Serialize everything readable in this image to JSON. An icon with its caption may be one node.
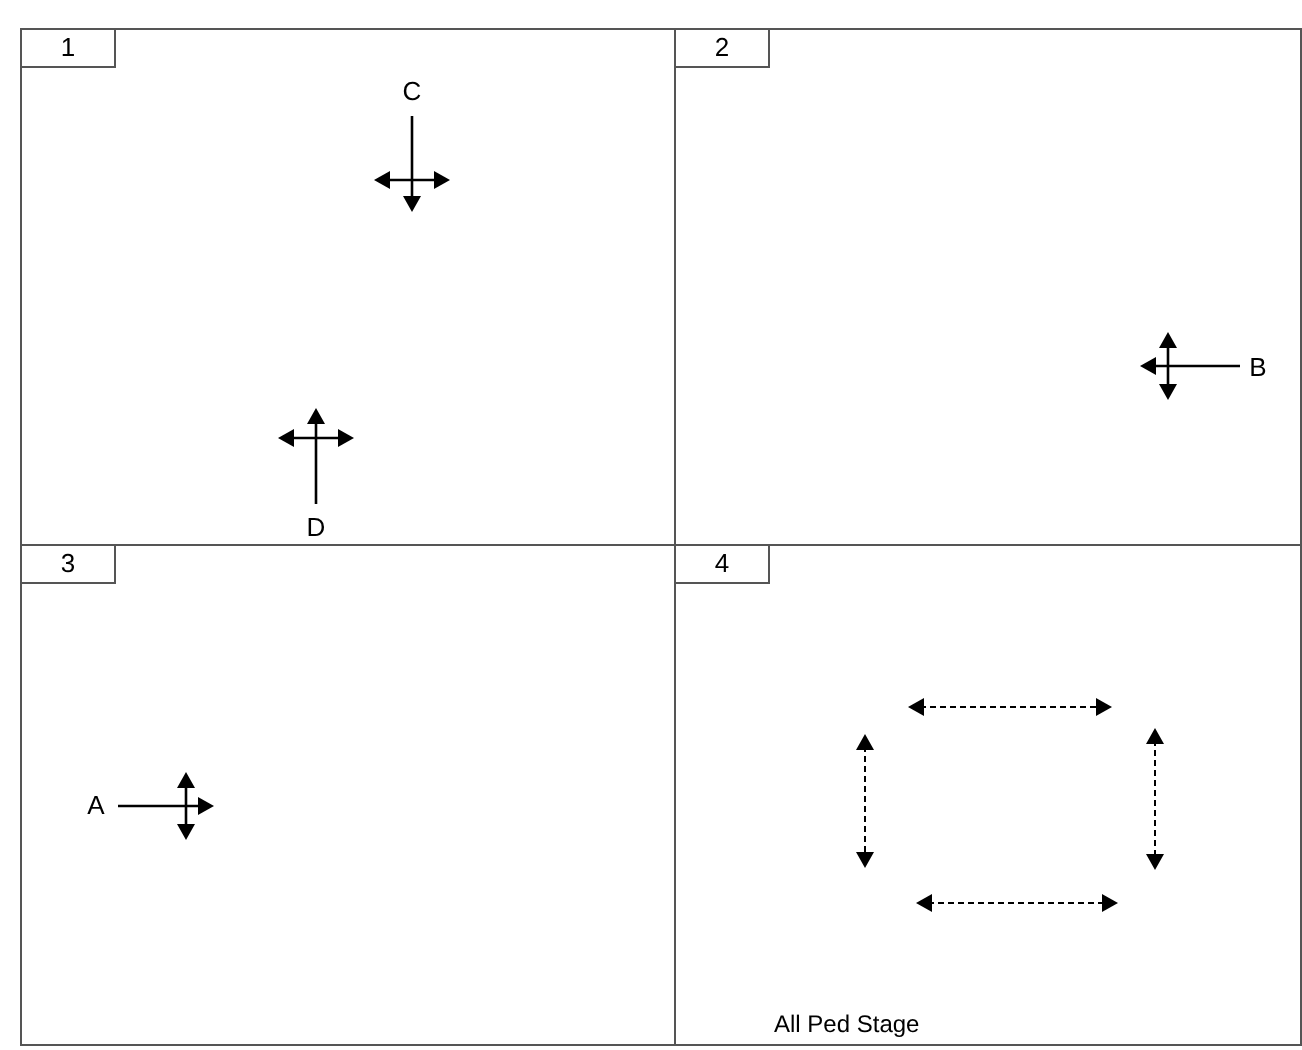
{
  "diagram": {
    "nodes": [
      {
        "text": [
          "1"
        ]
      },
      {
        "text": [
          "2"
        ]
      },
      {
        "text": [
          "3"
        ]
      },
      {
        "text": [
          "4",
          "All Ped Stage"
        ]
      }
    ],
    "labels": [
      "C",
      "D",
      "B",
      "A"
    ]
  }
}
